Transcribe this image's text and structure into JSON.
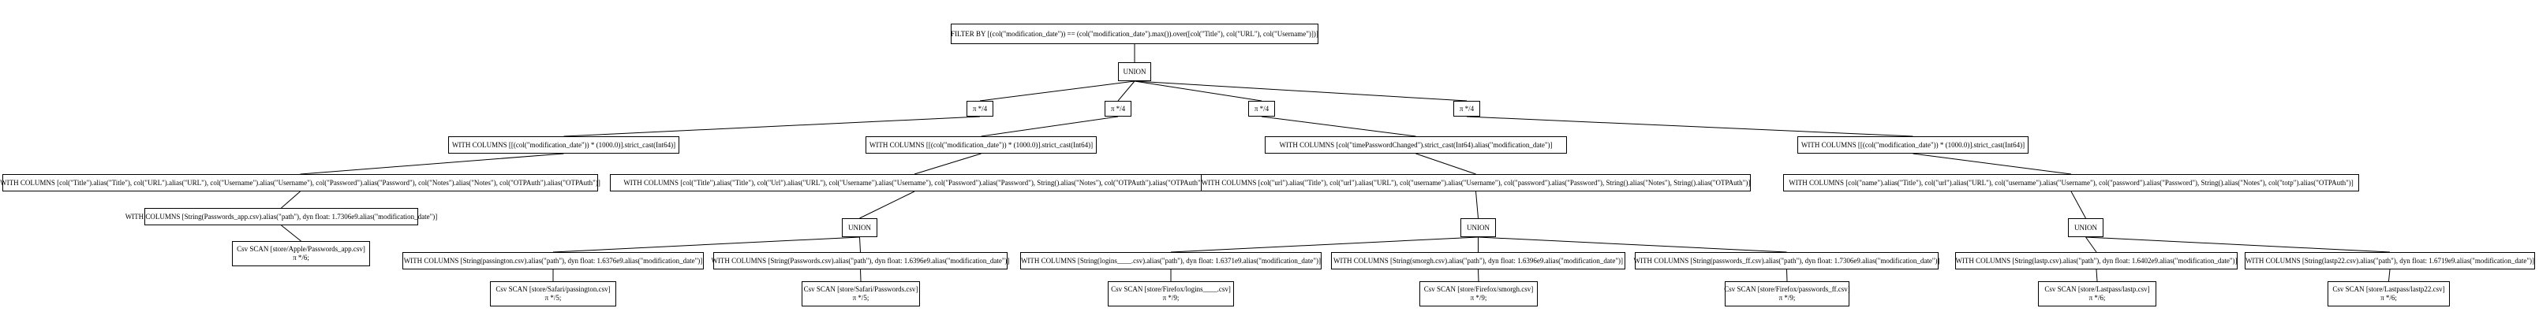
{
  "nodes": [
    {
      "id": "filter",
      "label": "FILTER BY [(col(\"modification_date\")) == (col(\"modification_date\").max()).over([col(\"Title\"), col(\"URL\"), col(\"Username\")])]",
      "sub": ""
    },
    {
      "id": "union0",
      "label": "UNION",
      "sub": ""
    },
    {
      "id": "anon1",
      "label": "π */4",
      "sub": ""
    },
    {
      "id": "anon2",
      "label": "π */4",
      "sub": ""
    },
    {
      "id": "anon3",
      "label": "π */4",
      "sub": ""
    },
    {
      "id": "anon4",
      "label": "π */4",
      "sub": ""
    },
    {
      "id": "wc_a1",
      "label": "WITH COLUMNS [[(col(\"modification_date\")) * (1000.0)].strict_cast(Int64)]",
      "sub": ""
    },
    {
      "id": "wc_a2",
      "label": "WITH COLUMNS [col(\"Title\").alias(\"Title\"), col(\"URL\").alias(\"URL\"), col(\"Username\").alias(\"Username\"), col(\"Password\").alias(\"Password\"), col(\"Notes\").alias(\"Notes\"), col(\"OTPAuth\").alias(\"OTPAuth\")]",
      "sub": ""
    },
    {
      "id": "wc_a3",
      "label": "WITH COLUMNS [String(Passwords_app.csv).alias(\"path\"), dyn float: 1.7306e9.alias(\"modification_date\")]",
      "sub": ""
    },
    {
      "id": "scan_a",
      "label": "Csv SCAN [store/Apple/Passwords_app.csv]",
      "sub": "π */6;"
    },
    {
      "id": "wc_b1",
      "label": "WITH COLUMNS [[(col(\"modification_date\")) * (1000.0)].strict_cast(Int64)]",
      "sub": ""
    },
    {
      "id": "wc_b2",
      "label": "WITH COLUMNS [col(\"Title\").alias(\"Title\"), col(\"Url\").alias(\"URL\"), col(\"Username\").alias(\"Username\"), col(\"Password\").alias(\"Password\"), String().alias(\"Notes\"), col(\"OTPAuth\").alias(\"OTPAuth\")]",
      "sub": ""
    },
    {
      "id": "union_b",
      "label": "UNION",
      "sub": ""
    },
    {
      "id": "wc_b3",
      "label": "WITH COLUMNS [String(passington.csv).alias(\"path\"), dyn float: 1.6376e9.alias(\"modification_date\")]",
      "sub": ""
    },
    {
      "id": "wc_b4",
      "label": "WITH COLUMNS [String(Passwords.csv).alias(\"path\"), dyn float: 1.6396e9.alias(\"modification_date\")]",
      "sub": ""
    },
    {
      "id": "scan_b1",
      "label": "Csv SCAN [store/Safari/passington.csv]",
      "sub": "π */5;"
    },
    {
      "id": "scan_b2",
      "label": "Csv SCAN [store/Safari/Passwords.csv]",
      "sub": "π */5;"
    },
    {
      "id": "wc_c1",
      "label": "WITH COLUMNS [col(\"timePasswordChanged\").strict_cast(Int64).alias(\"modification_date\")]",
      "sub": ""
    },
    {
      "id": "wc_c2",
      "label": "WITH COLUMNS [col(\"url\").alias(\"Title\"), col(\"url\").alias(\"URL\"), col(\"username\").alias(\"Username\"), col(\"password\").alias(\"Password\"), String().alias(\"Notes\"), String().alias(\"OTPAuth\")]",
      "sub": ""
    },
    {
      "id": "union_c",
      "label": "UNION",
      "sub": ""
    },
    {
      "id": "wc_c3",
      "label": "WITH COLUMNS [String(logins____.csv).alias(\"path\"), dyn float: 1.6371e9.alias(\"modification_date\")]",
      "sub": ""
    },
    {
      "id": "wc_c4",
      "label": "WITH COLUMNS [String(smorgh.csv).alias(\"path\"), dyn float: 1.6396e9.alias(\"modification_date\")]",
      "sub": ""
    },
    {
      "id": "wc_c5",
      "label": "WITH COLUMNS [String(passwords_ff.csv).alias(\"path\"), dyn float: 1.7306e9.alias(\"modification_date\")]",
      "sub": ""
    },
    {
      "id": "scan_c1",
      "label": "Csv SCAN [store/Firefox/logins____.csv]",
      "sub": "π */9;"
    },
    {
      "id": "scan_c2",
      "label": "Csv SCAN [store/Firefox/smorgh.csv]",
      "sub": "π */9;"
    },
    {
      "id": "scan_c3",
      "label": "Csv SCAN [store/Firefox/passwords_ff.csv]",
      "sub": "π */9;"
    },
    {
      "id": "wc_d1",
      "label": "WITH COLUMNS [[(col(\"modification_date\")) * (1000.0)].strict_cast(Int64)]",
      "sub": ""
    },
    {
      "id": "wc_d2",
      "label": "WITH COLUMNS [col(\"name\").alias(\"Title\"), col(\"url\").alias(\"URL\"), col(\"username\").alias(\"Username\"), col(\"password\").alias(\"Password\"), String().alias(\"Notes\"), col(\"totp\").alias(\"OTPAuth\")]",
      "sub": ""
    },
    {
      "id": "union_d",
      "label": "UNION",
      "sub": ""
    },
    {
      "id": "wc_d3",
      "label": "WITH COLUMNS [String(lastp.csv).alias(\"path\"), dyn float: 1.6402e9.alias(\"modification_date\")]",
      "sub": ""
    },
    {
      "id": "wc_d4",
      "label": "WITH COLUMNS [String(lastp22.csv).alias(\"path\"), dyn float: 1.6719e9.alias(\"modification_date\")]",
      "sub": ""
    },
    {
      "id": "scan_d1",
      "label": "Csv SCAN [store/Lastpass/lastp.csv]",
      "sub": "π */6;"
    },
    {
      "id": "scan_d2",
      "label": "Csv SCAN [store/Lastpass/lastp22.csv]",
      "sub": "π */6;"
    }
  ],
  "edges": [
    [
      "filter",
      "union0"
    ],
    [
      "union0",
      "anon1"
    ],
    [
      "union0",
      "anon2"
    ],
    [
      "union0",
      "anon3"
    ],
    [
      "union0",
      "anon4"
    ],
    [
      "anon1",
      "wc_a1"
    ],
    [
      "wc_a1",
      "wc_a2"
    ],
    [
      "wc_a2",
      "wc_a3"
    ],
    [
      "wc_a3",
      "scan_a"
    ],
    [
      "anon2",
      "wc_b1"
    ],
    [
      "wc_b1",
      "wc_b2"
    ],
    [
      "wc_b2",
      "union_b"
    ],
    [
      "union_b",
      "wc_b3"
    ],
    [
      "union_b",
      "wc_b4"
    ],
    [
      "wc_b3",
      "scan_b1"
    ],
    [
      "wc_b4",
      "scan_b2"
    ],
    [
      "anon3",
      "wc_c1"
    ],
    [
      "wc_c1",
      "wc_c2"
    ],
    [
      "wc_c2",
      "union_c"
    ],
    [
      "union_c",
      "wc_c3"
    ],
    [
      "union_c",
      "wc_c4"
    ],
    [
      "union_c",
      "wc_c5"
    ],
    [
      "wc_c3",
      "scan_c1"
    ],
    [
      "wc_c4",
      "scan_c2"
    ],
    [
      "wc_c5",
      "scan_c3"
    ],
    [
      "anon4",
      "wc_d1"
    ],
    [
      "wc_d1",
      "wc_d2"
    ],
    [
      "wc_d2",
      "union_d"
    ],
    [
      "union_d",
      "wc_d3"
    ],
    [
      "union_d",
      "wc_d4"
    ],
    [
      "wc_d3",
      "scan_d1"
    ],
    [
      "wc_d4",
      "scan_d2"
    ]
  ]
}
